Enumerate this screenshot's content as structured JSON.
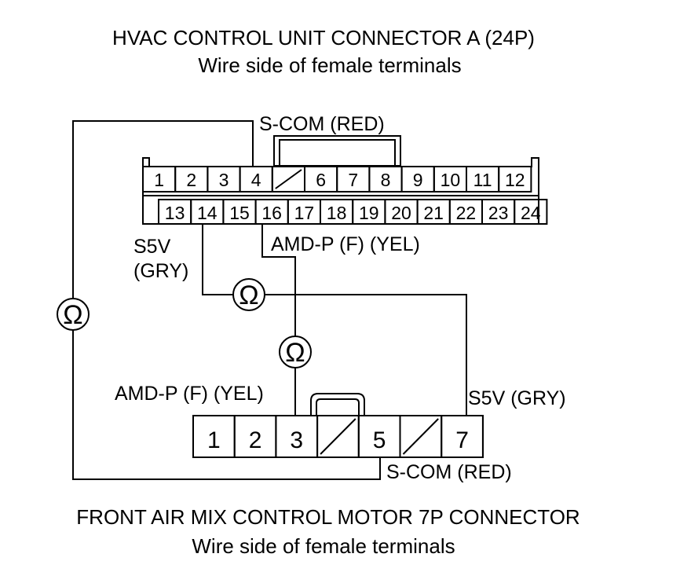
{
  "hvac_connector": {
    "title": "HVAC CONTROL UNIT CONNECTOR A (24P)",
    "subtitle": "Wire side of female terminals",
    "top_row": [
      "1",
      "2",
      "3",
      "4",
      "",
      "6",
      "7",
      "8",
      "9",
      "10",
      "11",
      "12"
    ],
    "bottom_row": [
      "13",
      "14",
      "15",
      "16",
      "17",
      "18",
      "19",
      "20",
      "21",
      "22",
      "23",
      "24"
    ],
    "labels": {
      "scom": "S-COM (RED)",
      "s5v_line1": "S5V",
      "s5v_line2": "(GRY)",
      "amdp": "AMD-P (F) (YEL)"
    }
  },
  "motor_connector": {
    "title": "FRONT AIR MIX CONTROL MOTOR 7P CONNECTOR",
    "subtitle": "Wire side of female terminals",
    "pins": [
      "1",
      "2",
      "3",
      "",
      "5",
      "",
      "7"
    ],
    "labels": {
      "amdp": "AMD-P (F) (YEL)",
      "s5v": "S5V (GRY)",
      "scom": "S-COM (RED)"
    }
  },
  "meters": {
    "symbol": "Ω",
    "icon": "ohmmeter-icon",
    "count": 3
  }
}
